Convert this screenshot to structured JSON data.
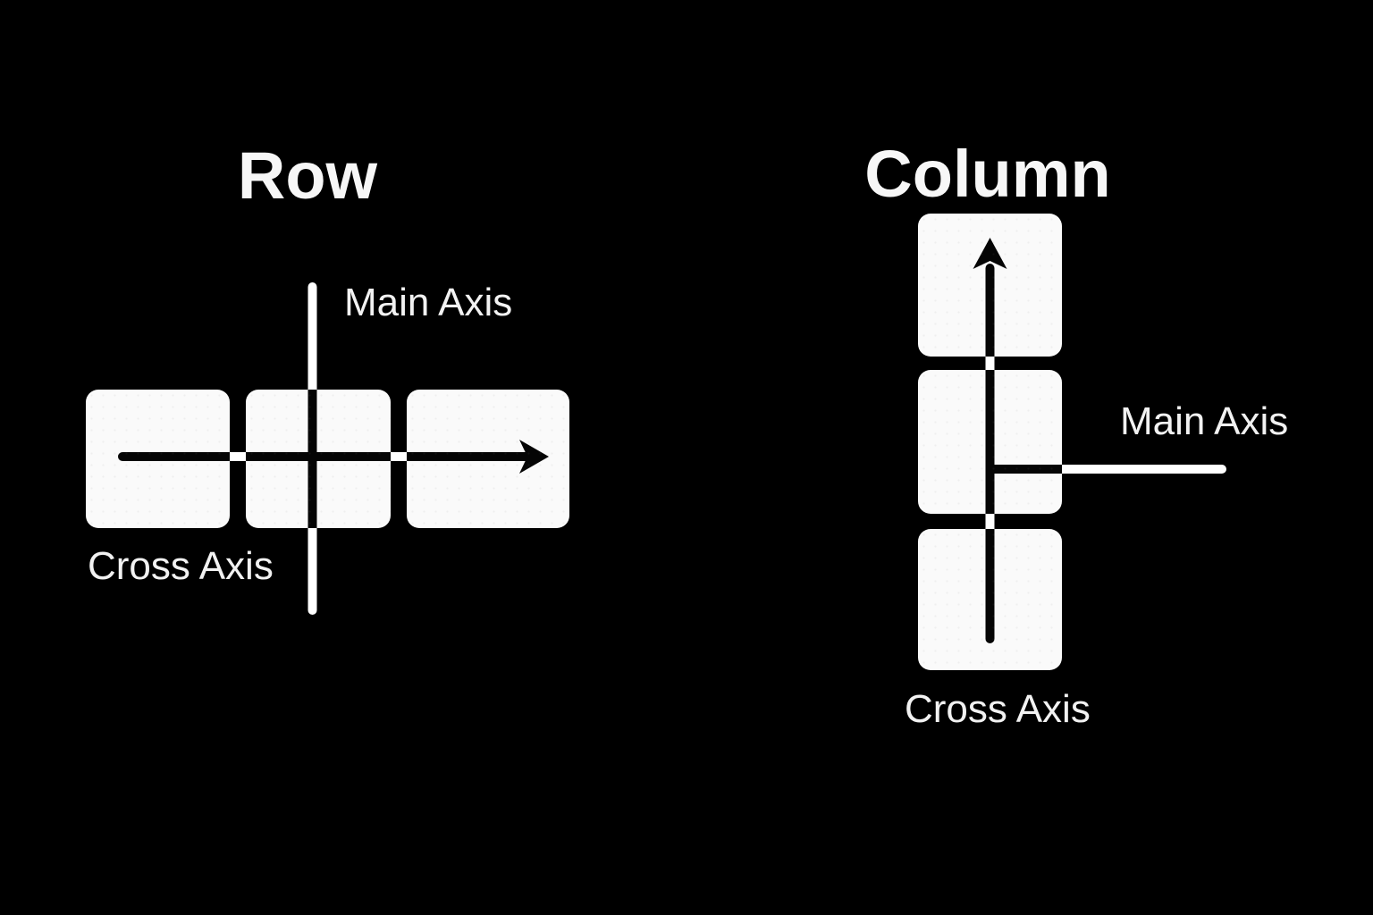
{
  "canvas": {
    "background_color": "#000000",
    "box_color": "#fafafa",
    "line_color": "#ffffff",
    "text_color": "#f2f2f2"
  },
  "row_diagram": {
    "title": "Row",
    "main_axis_label": "Main Axis",
    "cross_axis_label": "Cross Axis",
    "item_count": 3,
    "icons": {
      "main_axis": "right-arrow-icon",
      "cross_axis": "vertical-line"
    }
  },
  "column_diagram": {
    "title": "Column",
    "main_axis_label": "Main Axis",
    "cross_axis_label": "Cross Axis",
    "item_count": 3,
    "icons": {
      "main_axis": "horizontal-line",
      "cross_axis": "up-arrow-icon"
    }
  }
}
